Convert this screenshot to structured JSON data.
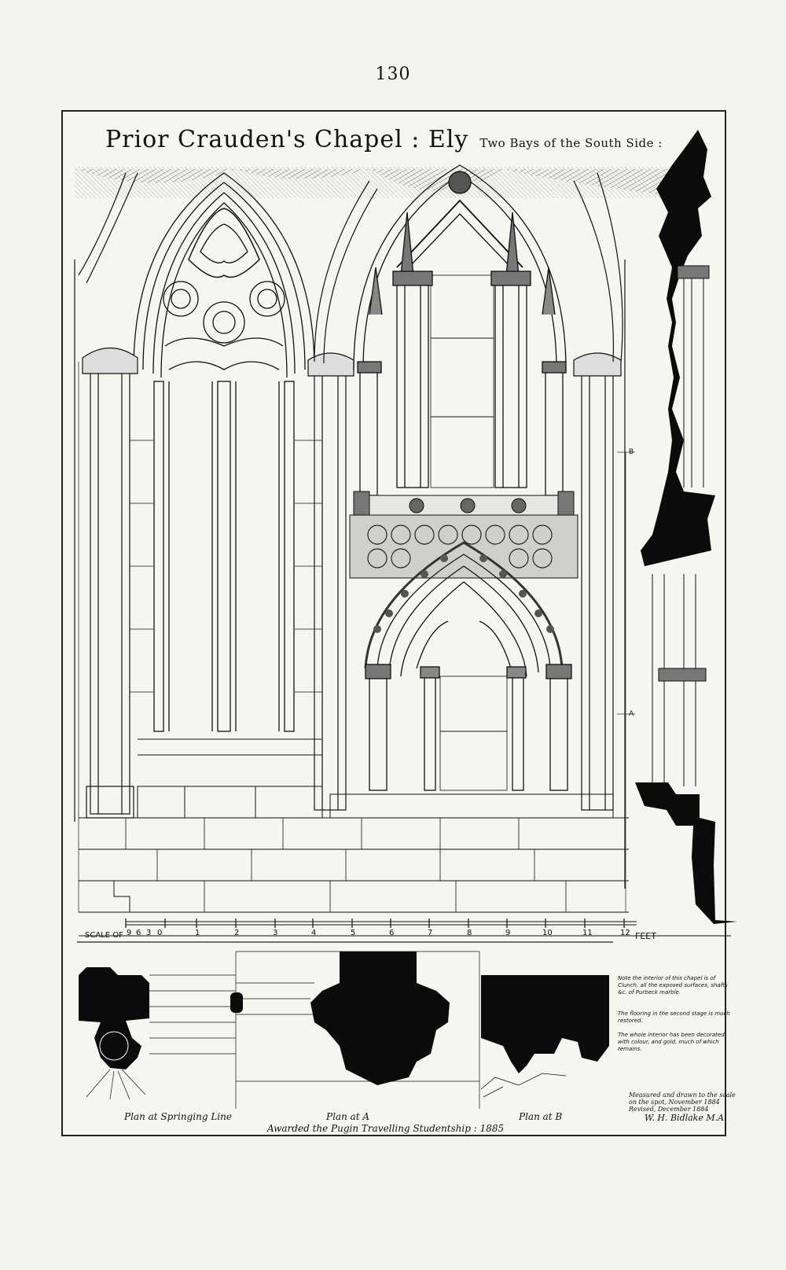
{
  "page_number": "130",
  "title": {
    "main": "Prior Crauden's Chapel : Ely",
    "sub": "Two Bays of the South Side :"
  },
  "scale": {
    "label": "SCALE OF",
    "ticks": [
      "9",
      "6",
      "3",
      "0",
      "1",
      "2",
      "3",
      "4",
      "5",
      "6",
      "7",
      "8",
      "9",
      "10",
      "11",
      "12"
    ],
    "unit": "FEET"
  },
  "section_labels": {
    "b": "B",
    "a": "A"
  },
  "plans": {
    "springing": "Plan at Springing Line",
    "a": "Plan at A",
    "b": "Plan at B"
  },
  "award": "Awarded the Pugin Travelling Studentship : 1885",
  "notes": {
    "note1": "Note the interior of this chapel is of Clunch, all the exposed surfaces, shafts &c. of Purbeck marble.",
    "note2": "The flooring in the second stage is much restored.",
    "note3": "The whole interior has been decorated with colour, and gold, much of which remains."
  },
  "signature": {
    "line1": "Measured and drawn to the scale",
    "line2": "on the spot, November 1884",
    "line3": "Revised, December 1884",
    "name": "W. H. Bidlake M.A."
  },
  "colors": {
    "paper": "#f4f3ee",
    "ink": "#111111"
  }
}
